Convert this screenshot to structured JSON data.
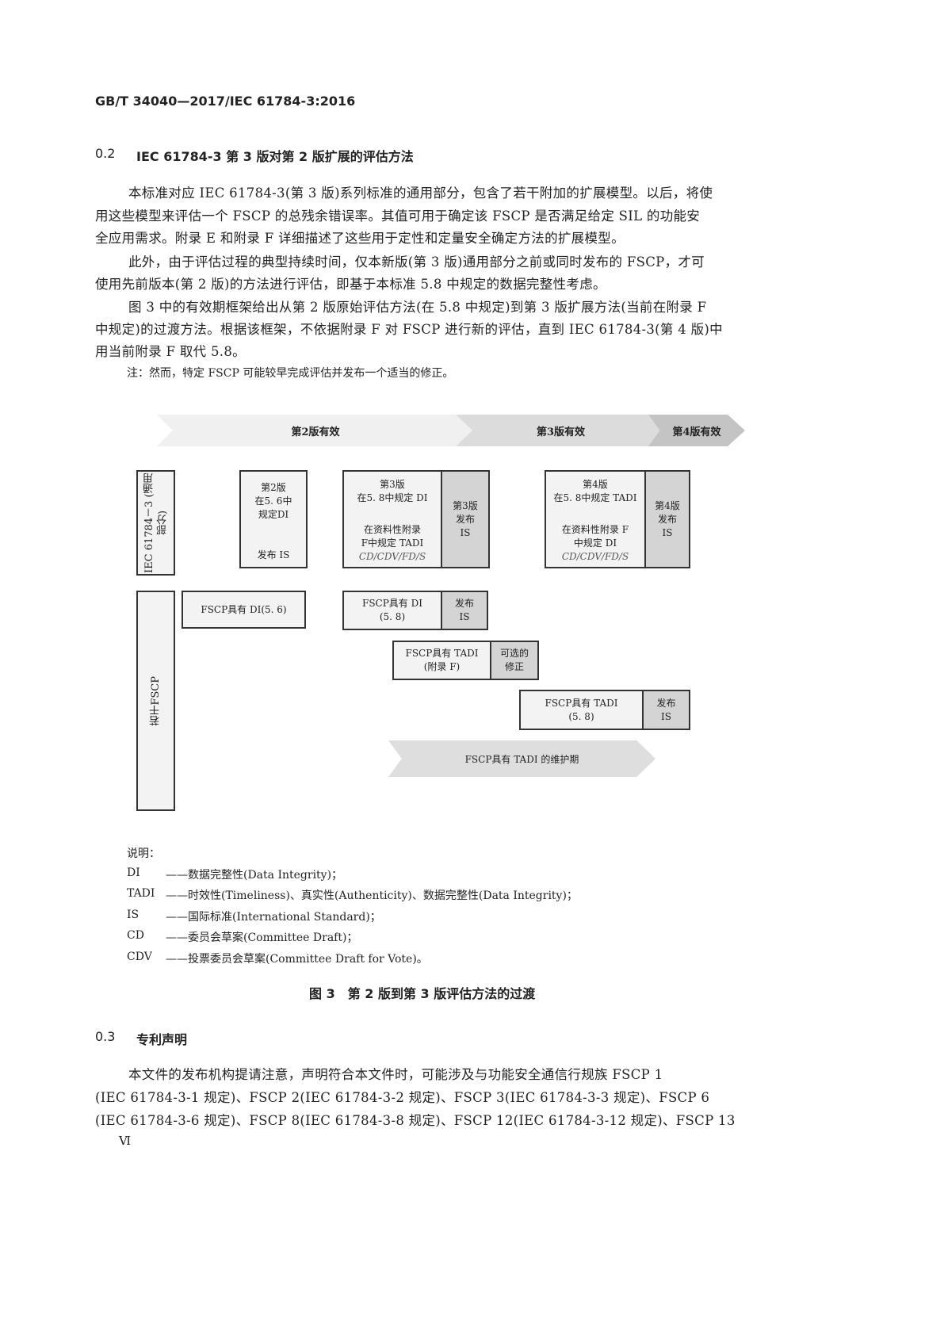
{
  "header": "GB/T 34040—2017/IEC 61784-3:2016",
  "section_02": {
    "number": "0.2",
    "title": "IEC 61784-3 第 3 版对第 2 版扩展的评估方法"
  },
  "paragraphs": [
    "本标准对应 IEC 61784-3(第 3 版)系列标准的通用部分，包含了若干附加的扩展模型。以后，将使",
    "用这些模型来评估一个 FSCP 的总残余错误率。其值可用于确定该 FSCP 是否满足给定 SIL 的功能安",
    "全应用需求。附录 E 和附录 F 详细描述了这些用于定性和定量安全确定方法的扩展模型。",
    "此外，由于评估过程的典型持续时间，仅本新版(第 3 版)通用部分之前或同时发布的 FSCP，才可",
    "使用先前版本(第 2 版)的方法进行评估，即基于本标准 5.8 中规定的数据完整性考虑。",
    "图 3 中的有效期框架给出从第 2 版原始评估方法(在 5.8 中规定)到第 3 版扩展方法(当前在附录 F",
    "中规定)的过渡方法。根据该框架，不依据附录 F 对 FSCP 进行新的评估，直到 IEC 61784-3(第 4 版)中",
    "用当前附录 F 取代 5.8。"
  ],
  "note": "注：然而，特定 FSCP 可能较早完成评估并发布一个适当的修正。",
  "diagram": {
    "arrows": [
      "第2版有效",
      "第3版有效",
      "第4版有效"
    ],
    "iec_label": "IEC 61784－3 (通用部分)",
    "fscp_label": "若干FSCP",
    "ed2": [
      "第2版",
      "在5. 6中",
      "规定DI",
      "发布 IS"
    ],
    "ed3": [
      "第3版",
      "在5. 8中规定 DI",
      "在资料性附录",
      "F中规定 TADI",
      "CD/CDV/FD/S"
    ],
    "ed3_pub": [
      "第3版",
      "发布",
      "IS"
    ],
    "ed4": [
      "第4版",
      "在5. 8中规定 TADI",
      "在资料性附录 F",
      "中规定 DI",
      "CD/CDV/FD/S"
    ],
    "ed4_pub": [
      "第4版",
      "发布",
      "IS"
    ],
    "fscp_di56": "FSCP具有 DI(5. 6)",
    "fscp_di58": [
      "FSCP具有 DI",
      "(5. 8)"
    ],
    "fscp_di58_pub": [
      "发布",
      "IS"
    ],
    "fscp_tadi_f": [
      "FSCP具有 TADI",
      "(附录 F)"
    ],
    "fscp_tadi_f_opt": [
      "可选的",
      "修正"
    ],
    "fscp_tadi58": [
      "FSCP具有 TADI",
      "(5. 8)"
    ],
    "fscp_tadi58_pub": [
      "发布",
      "IS"
    ],
    "maintenance": "FSCP具有 TADI 的维护期"
  },
  "legend": {
    "title": "说明：",
    "items": [
      {
        "abbr": "DI",
        "desc": "——数据完整性(Data Integrity)；"
      },
      {
        "abbr": "TADI",
        "desc": "——时效性(Timeliness)、真实性(Authenticity)、数据完整性(Data Integrity)；"
      },
      {
        "abbr": "IS",
        "desc": "——国际标准(International Standard)；"
      },
      {
        "abbr": "CD",
        "desc": "——委员会草案(Committee Draft)；"
      },
      {
        "abbr": "CDV",
        "desc": "——投票委员会草案(Committee Draft for Vote)。"
      }
    ]
  },
  "caption": "图 3　第 2 版到第 3 版评估方法的过渡",
  "section_03": {
    "number": "0.3",
    "title": "专利声明"
  },
  "paragraphs_03": [
    "本文件的发布机构提请注意，声明符合本文件时，可能涉及与功能安全通信行规族 FSCP 1",
    "(IEC 61784-3-1 规定)、FSCP 2(IEC 61784-3-2 规定)、FSCP 3(IEC 61784-3-3 规定)、FSCP 6",
    "(IEC 61784-3-6 规定)、FSCP 8(IEC 61784-3-8 规定)、FSCP 12(IEC 61784-3-12 规定)、FSCP 13"
  ],
  "page_number": "Ⅵ"
}
